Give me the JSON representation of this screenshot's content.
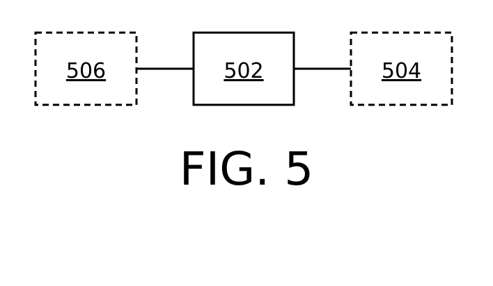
{
  "diagram": {
    "boxes": [
      {
        "id": "506",
        "label": "506",
        "style": "dashed"
      },
      {
        "id": "502",
        "label": "502",
        "style": "solid"
      },
      {
        "id": "504",
        "label": "504",
        "style": "dashed"
      }
    ],
    "connections": [
      {
        "from": "506",
        "to": "502"
      },
      {
        "from": "502",
        "to": "504"
      }
    ],
    "caption": "FIG. 5"
  }
}
